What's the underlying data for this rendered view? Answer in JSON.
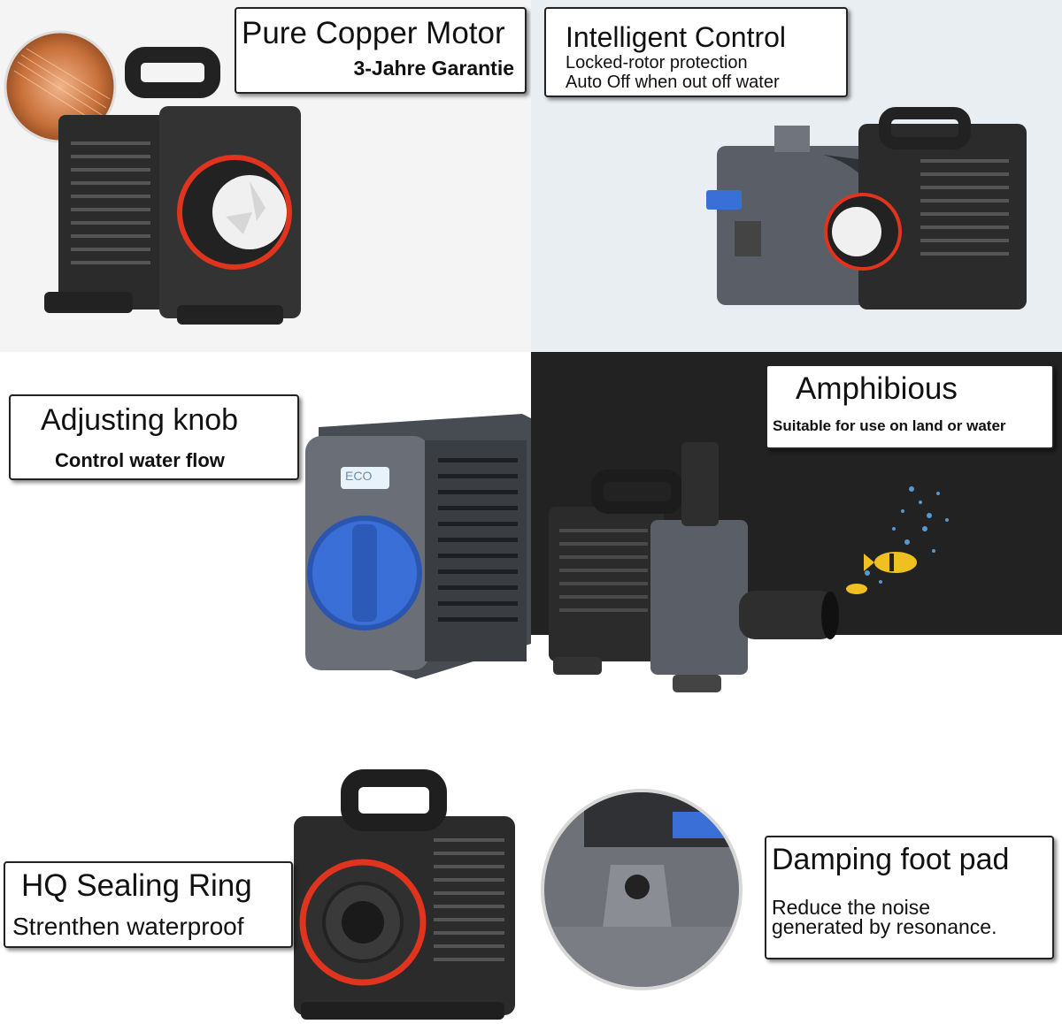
{
  "panels": {
    "copper_motor": {
      "title": "Pure Copper Motor",
      "subtitle": "3-Jahre Garantie"
    },
    "intelligent_control": {
      "title": "Intelligent Control",
      "line1": "Locked-rotor protection",
      "line2": "Auto Off when out off water"
    },
    "adjusting_knob": {
      "title": "Adjusting knob",
      "subtitle": "Control water flow",
      "eco_label": "ECO"
    },
    "amphibious": {
      "title": "Amphibious",
      "subtitle": "Suitable for use on land or water"
    },
    "sealing_ring": {
      "title": "HQ Sealing Ring",
      "subtitle": "Strenthen waterproof"
    },
    "foot_pad": {
      "title": "Damping foot pad",
      "line1": "Reduce the noise",
      "line2": "generated by resonance."
    }
  },
  "colors": {
    "copper": "#c8703a",
    "seal_red": "#e0341f",
    "knob_blue": "#3a6fd8",
    "dark_bg": "#222222",
    "pump_black": "#2b2b2b",
    "pump_grey": "#5a5e66"
  }
}
